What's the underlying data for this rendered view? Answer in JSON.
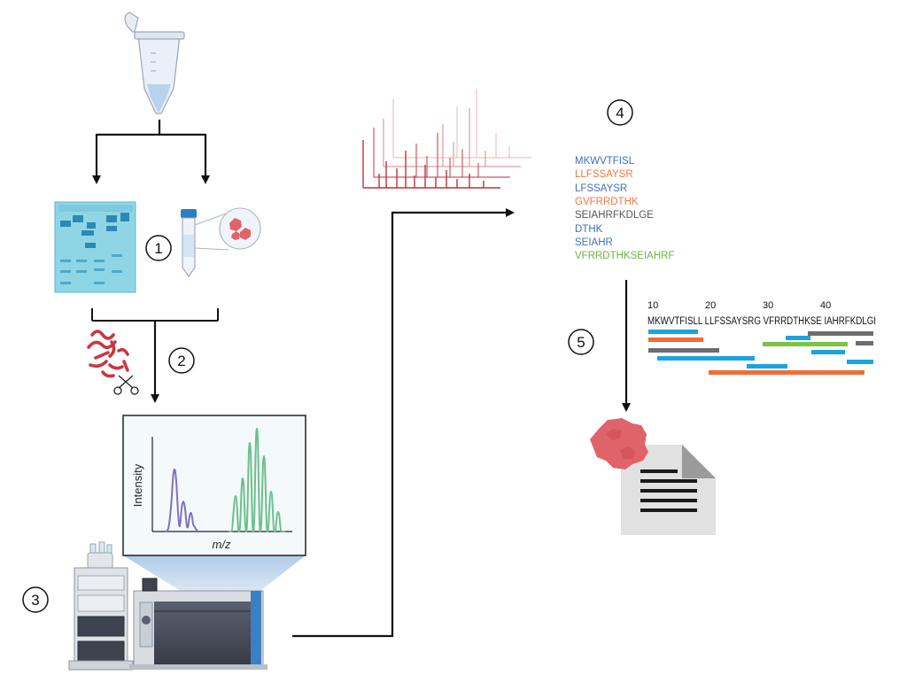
{
  "steps": [
    "1",
    "2",
    "3",
    "4",
    "5"
  ],
  "peptides": [
    {
      "text": "MKWVTFISL",
      "color": "#3f6fbd"
    },
    {
      "text": "LLFSSAYSR",
      "color": "#ef7a3e"
    },
    {
      "text": "LFSSAYSR",
      "color": "#3f6fbd"
    },
    {
      "text": "GVFRRDTHK",
      "color": "#ef7a3e"
    },
    {
      "text": "SEIAHRFKDLGE",
      "color": "#555555"
    },
    {
      "text": "DTHK",
      "color": "#3f6fbd"
    },
    {
      "text": "SEIAHR",
      "color": "#3f6fbd"
    },
    {
      "text": "VFRRDTHKSEIAHRF",
      "color": "#6db543"
    }
  ],
  "sequence": {
    "ticks": [
      "10",
      "20",
      "30",
      "40"
    ],
    "text": "MKWVTFISLL LLFSSAYSRG VFRRDTHKSE IAHRFKDLGI"
  },
  "spectrum_axes": {
    "ylabel": "Intensity",
    "xlabel": "m/z"
  },
  "colors": {
    "blue": "#1aa3e0",
    "orange": "#ef6d37",
    "gray": "#6d6d6d",
    "green": "#7dc242",
    "gel": "#8ed6e6",
    "tissue": "#e0636a",
    "ms_red": "#c2303d",
    "spec_purple": "#8070c0",
    "spec_green": "#6cbf8c"
  }
}
